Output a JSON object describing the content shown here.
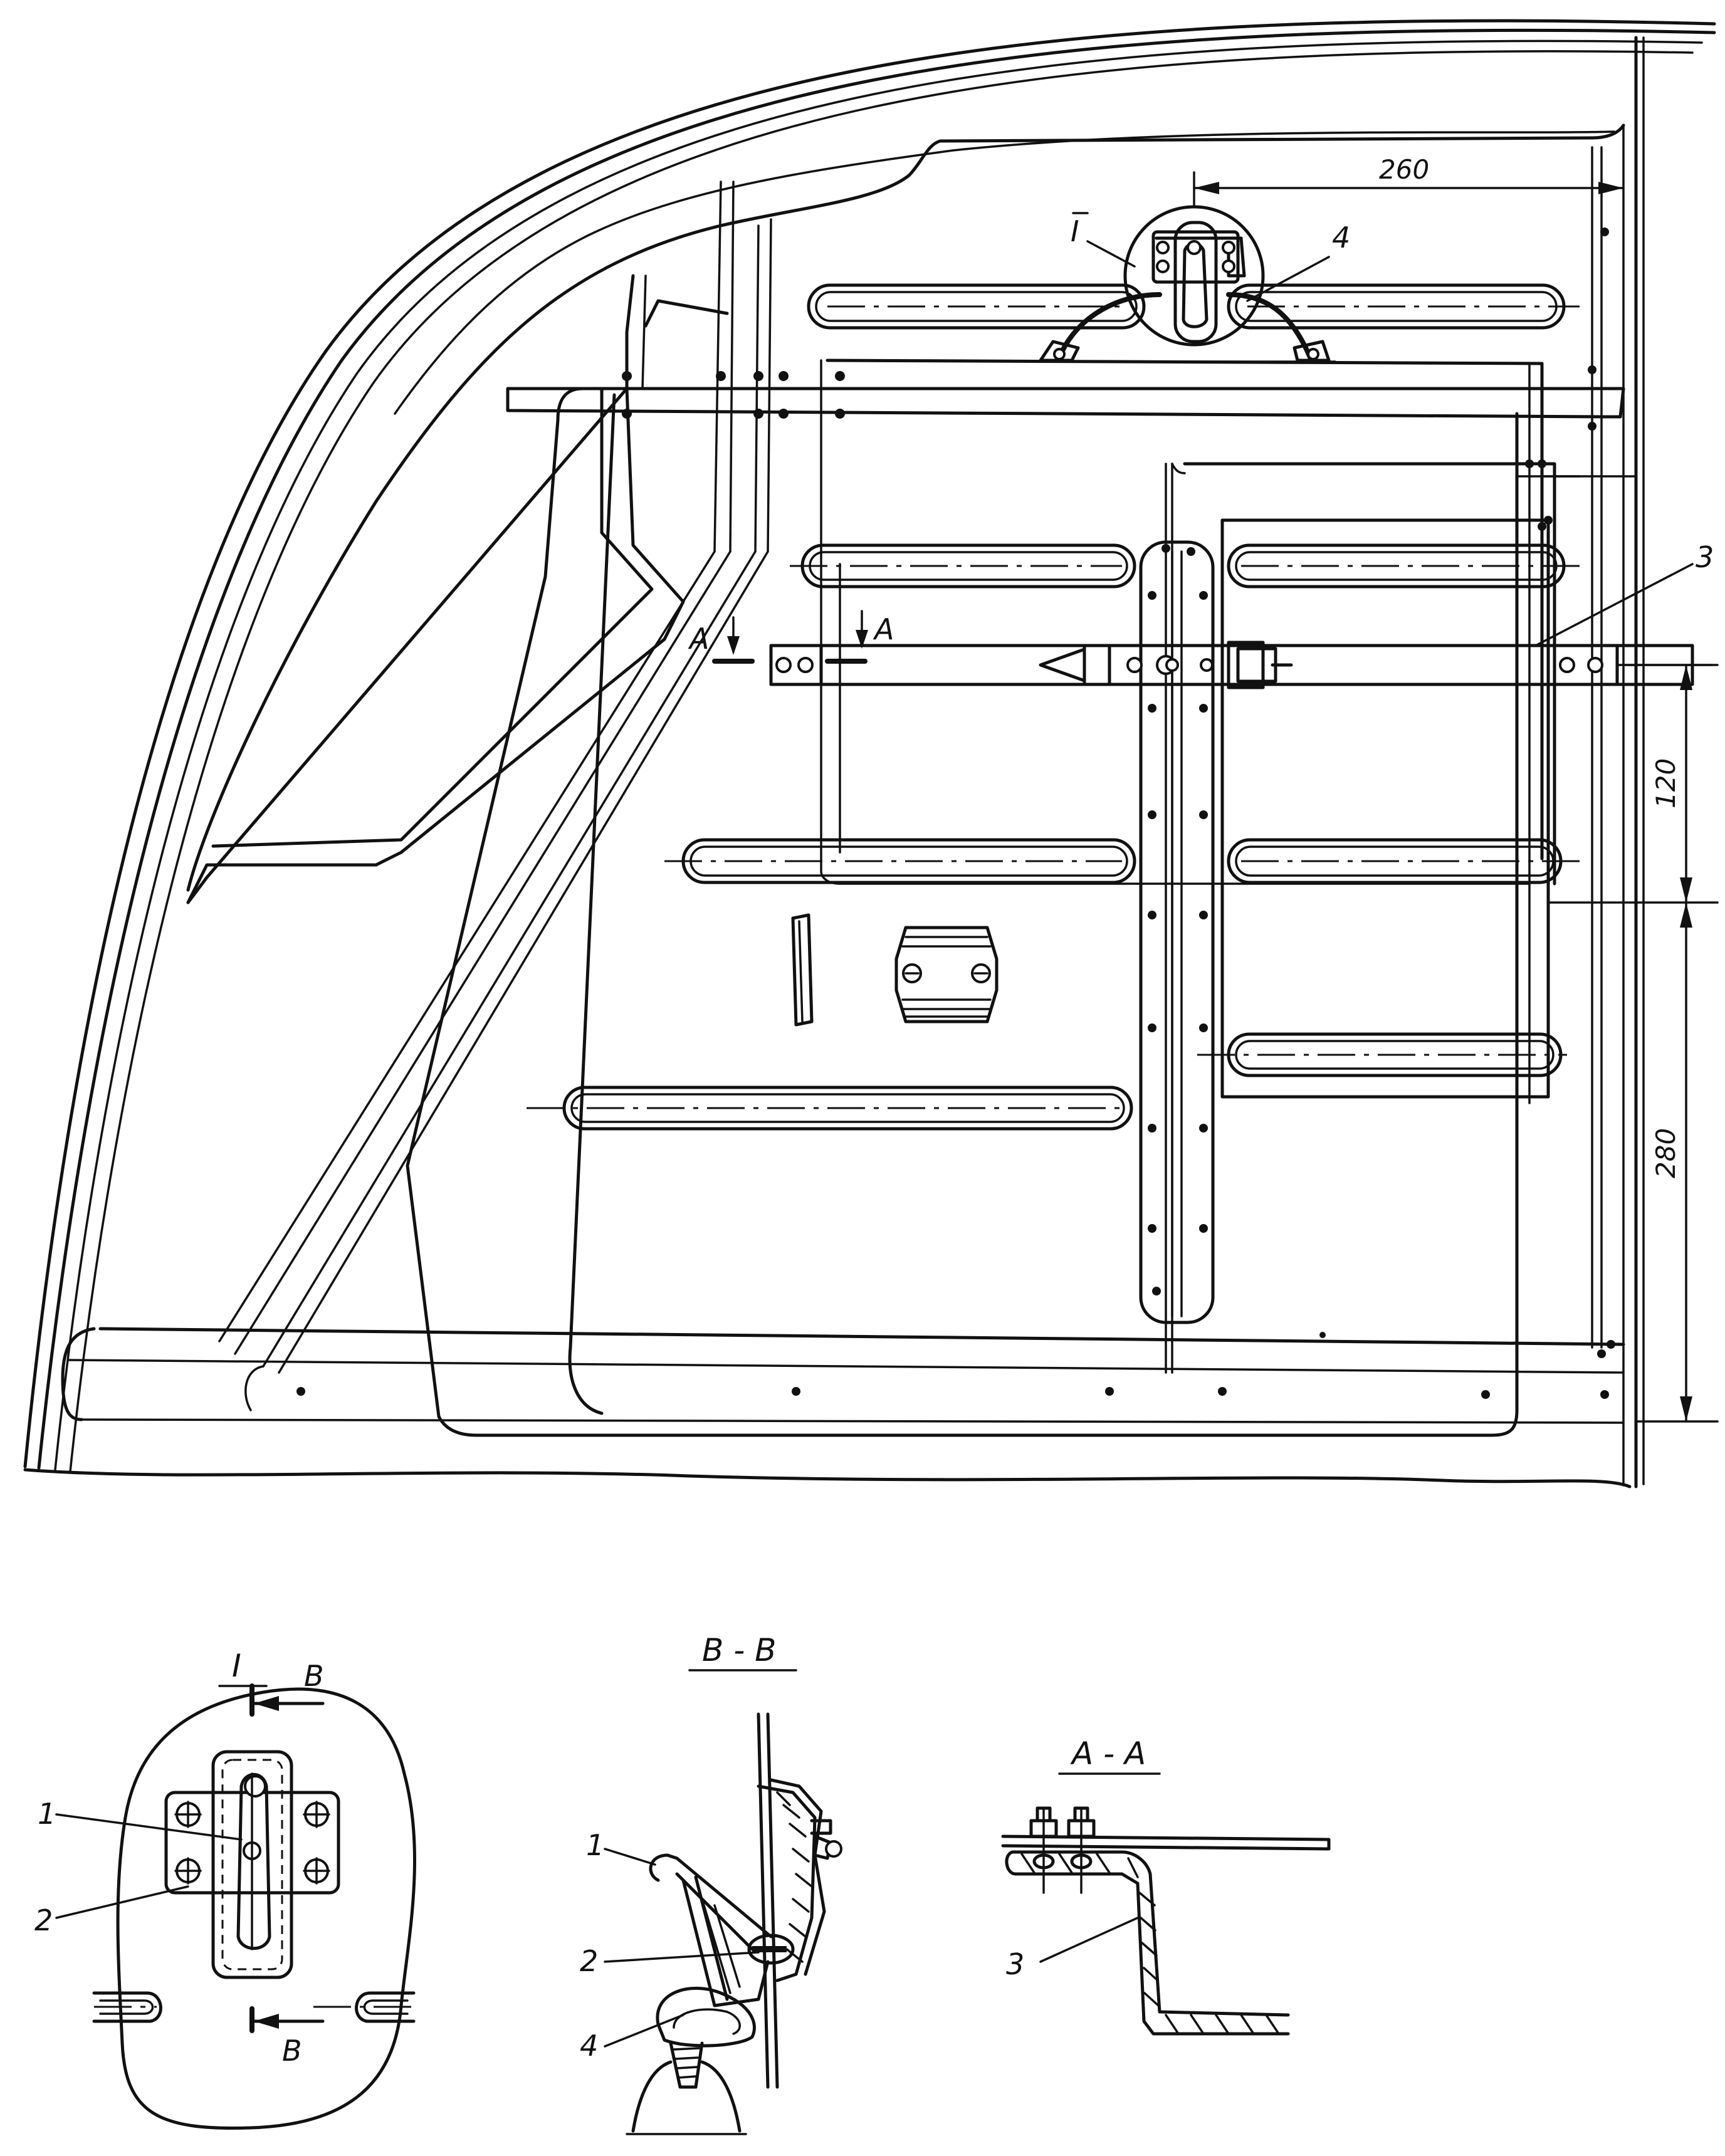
{
  "main_view": {
    "dimensions": {
      "d260": "260",
      "d120": "120",
      "d280": "280"
    },
    "callouts": {
      "c3": "3",
      "c4": "4",
      "view_ref": "I"
    },
    "section_marks": {
      "a_left": "A",
      "a_right": "A"
    }
  },
  "detail_view": {
    "title": "I",
    "section_top": "B",
    "section_bottom": "B",
    "callout_1": "1",
    "callout_2": "2"
  },
  "section_bb": {
    "title": "B - B",
    "callout_1": "1",
    "callout_2": "2",
    "callout_4": "4"
  },
  "section_aa": {
    "title": "A - A",
    "callout_3": "3"
  }
}
